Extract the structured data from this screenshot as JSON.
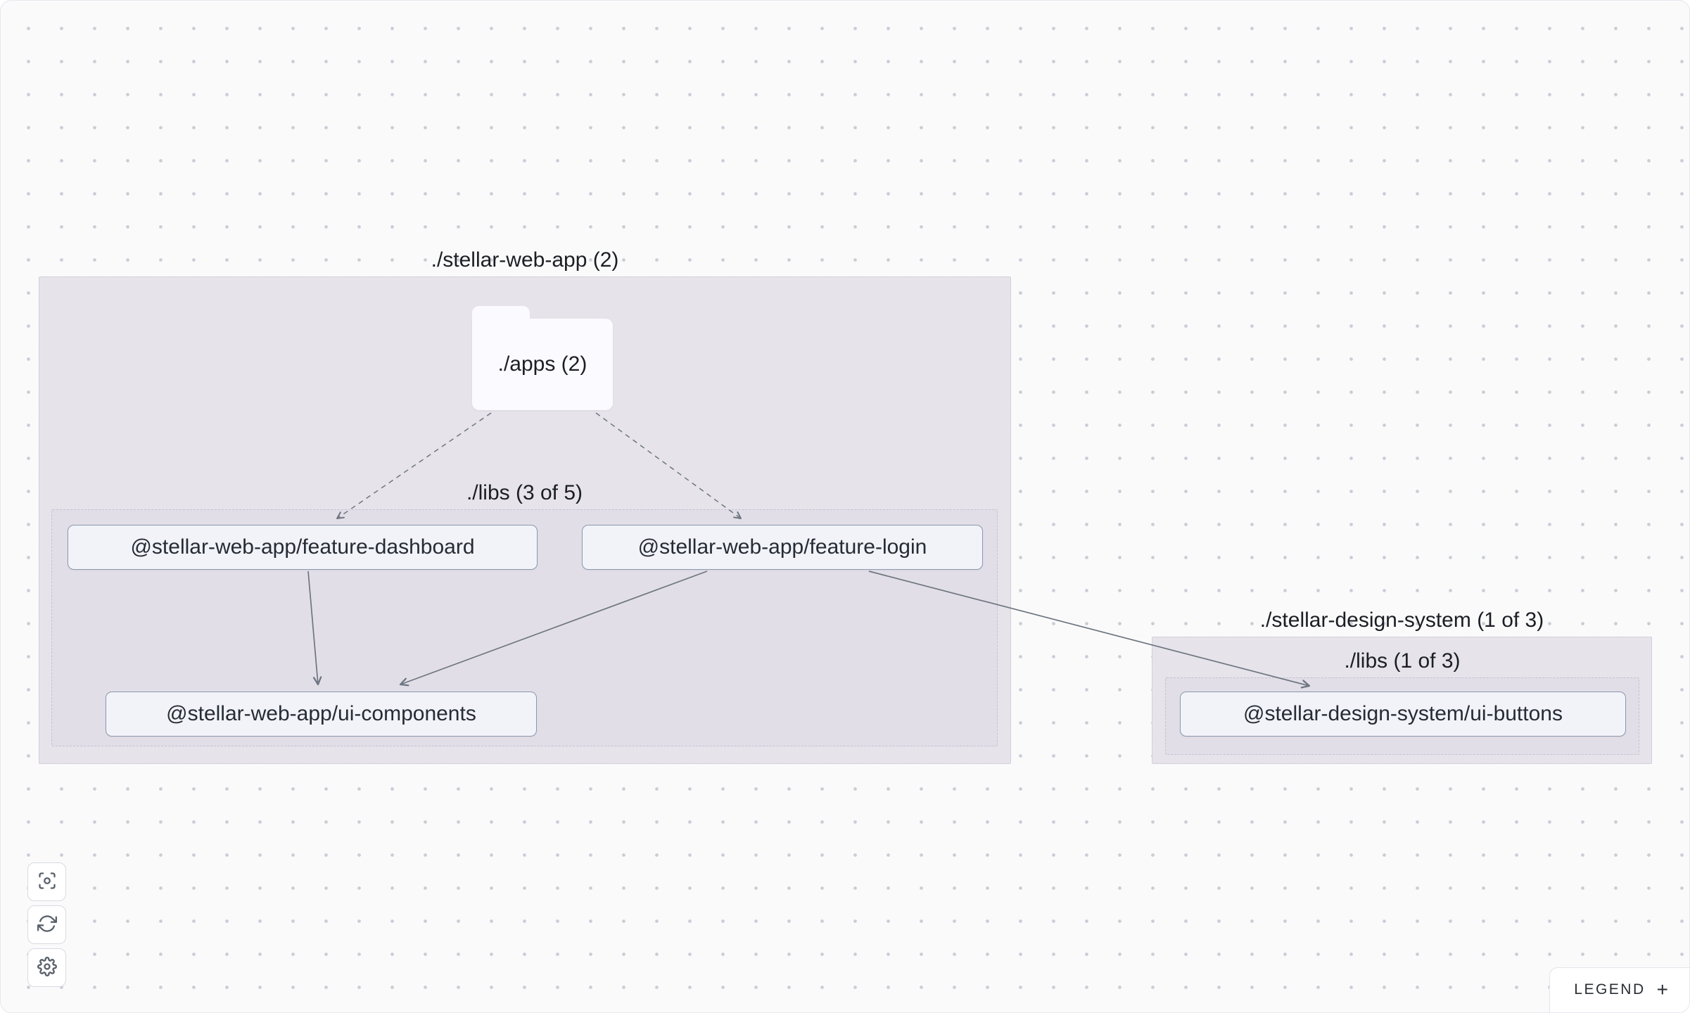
{
  "graph": {
    "groups": {
      "webApp": {
        "label": "./stellar-web-app (2)"
      },
      "webAppLibs": {
        "label": "./libs (3 of 5)"
      },
      "designSystem": {
        "label": "./stellar-design-system (1 of 3)"
      },
      "designSystemLibs": {
        "label": "./libs (1 of 3)"
      }
    },
    "folders": {
      "apps": {
        "label": "./apps (2)"
      }
    },
    "nodes": {
      "featureDashboard": {
        "label": "@stellar-web-app/feature-dashboard"
      },
      "featureLogin": {
        "label": "@stellar-web-app/feature-login"
      },
      "uiComponents": {
        "label": "@stellar-web-app/ui-components"
      },
      "uiButtons": {
        "label": "@stellar-design-system/ui-buttons"
      }
    },
    "edges": [
      {
        "from": "./apps",
        "to": "@stellar-web-app/feature-dashboard",
        "style": "dashed"
      },
      {
        "from": "./apps",
        "to": "@stellar-web-app/feature-login",
        "style": "dashed"
      },
      {
        "from": "@stellar-web-app/feature-dashboard",
        "to": "@stellar-web-app/ui-components",
        "style": "solid"
      },
      {
        "from": "@stellar-web-app/feature-login",
        "to": "@stellar-web-app/ui-components",
        "style": "solid"
      },
      {
        "from": "@stellar-web-app/feature-login",
        "to": "@stellar-design-system/ui-buttons",
        "style": "solid"
      }
    ]
  },
  "toolbar": {
    "buttons": [
      {
        "name": "center-graph",
        "icon": "crosshair-icon"
      },
      {
        "name": "refresh-graph",
        "icon": "refresh-icon"
      },
      {
        "name": "settings",
        "icon": "gear-icon"
      }
    ]
  },
  "legend": {
    "label": "LEGEND",
    "toggle_icon": "+"
  },
  "colors": {
    "canvas_bg": "#fafafa",
    "grid_dot": "#c9cdd6",
    "group_fill": "#e6e3ea",
    "node_fill": "#f2f3f9",
    "node_border": "#8a99af",
    "edge": "#6e7681",
    "text": "#1b1e24"
  }
}
